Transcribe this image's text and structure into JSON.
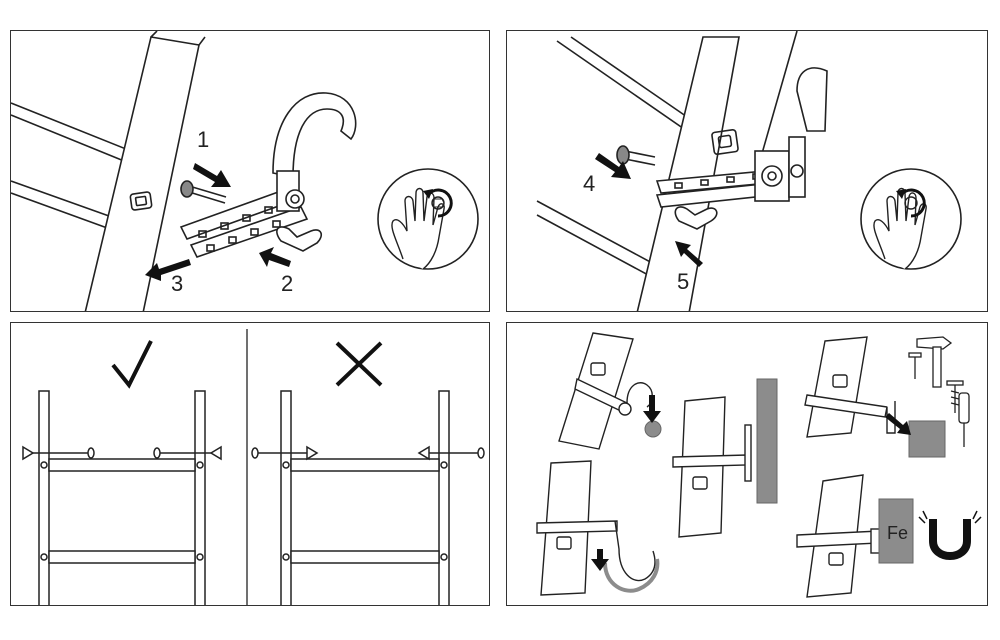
{
  "steps": {
    "s1": "1",
    "s2": "2",
    "s3": "3",
    "s4": "4",
    "s5": "5"
  },
  "panels": [
    {
      "id": "attach-hook",
      "steps": [
        "1",
        "2",
        "3"
      ]
    },
    {
      "id": "tighten-bolt",
      "steps": [
        "4",
        "5"
      ]
    },
    {
      "id": "orientation",
      "correct": "check-mark-icon",
      "incorrect": "cross-mark-icon"
    },
    {
      "id": "uses"
    }
  ],
  "labels": {
    "fe": "Fe"
  },
  "colors": {
    "line": "#222222",
    "wall": "#8c8c8c",
    "pipe": "#8c8c8c",
    "bolt_head": "#888888",
    "arrow": "#111111"
  },
  "icons": [
    "hand-tighten-icon",
    "rotate-arrow-icon",
    "check-mark-icon",
    "cross-mark-icon",
    "hammer-icon",
    "nail-icon",
    "screw-icon",
    "screwdriver-icon",
    "magnet-icon"
  ]
}
